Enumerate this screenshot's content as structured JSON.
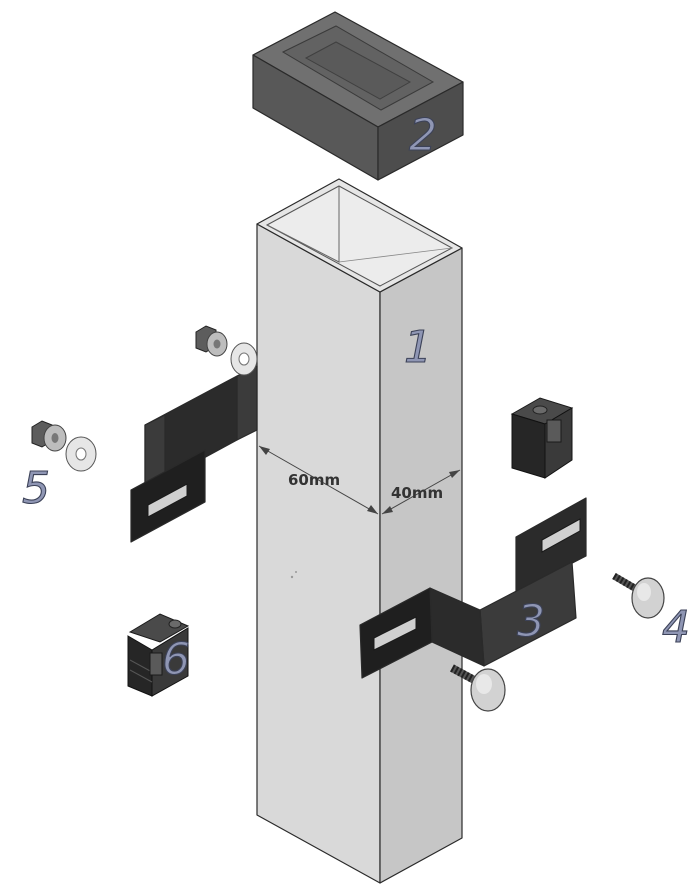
{
  "parts": {
    "post": "1",
    "cap": "2",
    "bracket": "3",
    "bolt": "4",
    "nut_washer": "5",
    "clip": "6"
  },
  "dimensions": {
    "width": "60mm",
    "depth": "40mm"
  },
  "colors": {
    "post_light": "#d9d9d9",
    "post_mid": "#c6c6c6",
    "post_inner": "#e4e4e4",
    "cap_top": "#707070",
    "cap_front": "#585858",
    "cap_side": "#4d4d4d",
    "bracket": "#3a3a3a",
    "label": "#8f96b4"
  }
}
